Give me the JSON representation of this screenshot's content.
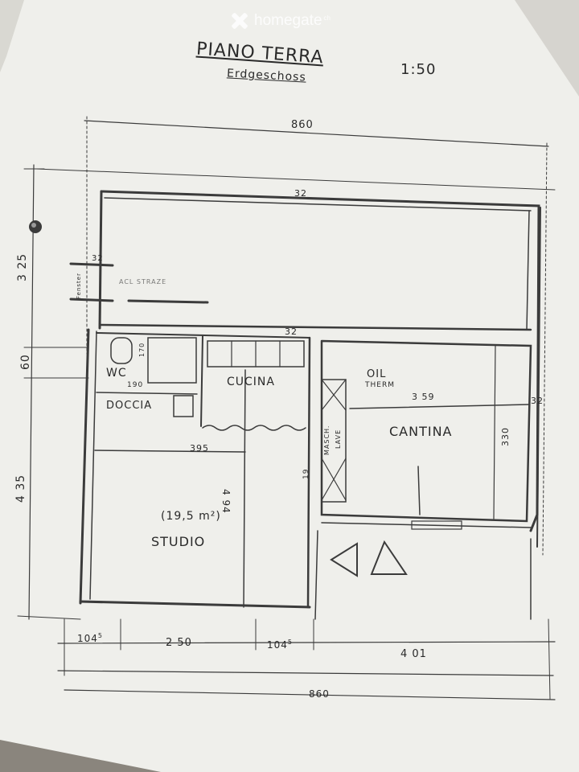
{
  "watermark": {
    "icon": "homegate-x-icon",
    "name": "homegate",
    "tld": "ch",
    "color": "#ffffff"
  },
  "header": {
    "title": "PIANO TERRA",
    "subtitle": "Erdgeschoss",
    "scale": "1:50"
  },
  "dimensions": {
    "top_total": "860",
    "top_inner": "32",
    "mid_32": "32",
    "left_32": "32",
    "right_32": "32",
    "left_325": "3 25",
    "left_60": "60",
    "left_435": "4 35",
    "width_359": "3 59",
    "height_330": "330",
    "width_395": "395",
    "height_494": "4 94",
    "height_170": "170",
    "width_190": "190",
    "small_19": "19",
    "bottom_104a": "104",
    "bottom_104a_sup": "5",
    "bottom_250": "2 50",
    "bottom_104b": "104",
    "bottom_104b_sup": "5",
    "bottom_401": "4 01",
    "bottom_total": "860"
  },
  "rooms": {
    "wc": "WC",
    "doccia": "DOCCIA",
    "cucina": "CUCINA",
    "oil": "OIL",
    "therm": "THERM",
    "cantina": "CANTINA",
    "studio_area": "(19,5 m²)",
    "studio": "STUDIO",
    "mach_lave_1": "MASCH.",
    "mach_lave_2": "LAVE",
    "fenster": "Fenster",
    "terrace_note": "ACL STRAZE"
  },
  "colors": {
    "paper": "#efefeb",
    "ink": "#2a2a2a",
    "background": "#6f6a63"
  }
}
